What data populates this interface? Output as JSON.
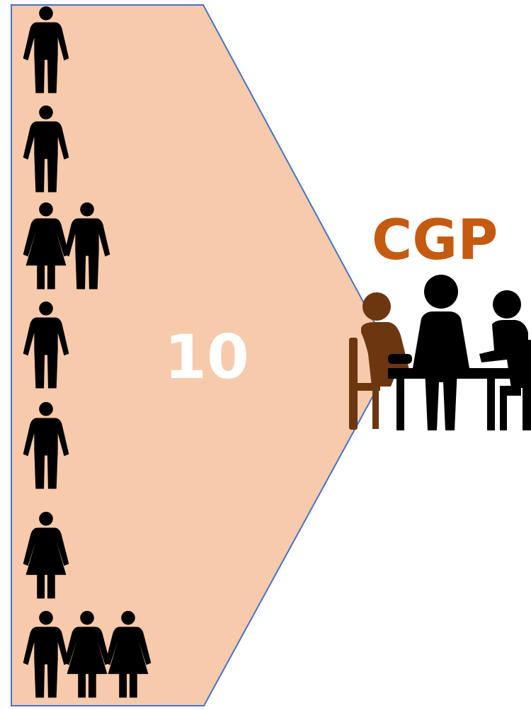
{
  "diagram": {
    "count_label": "10",
    "group_label": "CGP",
    "colors": {
      "funnel_fill": "#f7caac",
      "funnel_stroke": "#4472c4",
      "people": "#000000",
      "chair": "#6b3610",
      "group_label": "#c55a11",
      "count_label": "#ffffff"
    },
    "people_rows": [
      [
        "male"
      ],
      [
        "male"
      ],
      [
        "female",
        "male"
      ],
      [
        "male"
      ],
      [
        "male"
      ],
      [
        "female"
      ],
      [
        "male",
        "female",
        "female"
      ]
    ],
    "meeting_icon": "meeting-table-icon"
  }
}
